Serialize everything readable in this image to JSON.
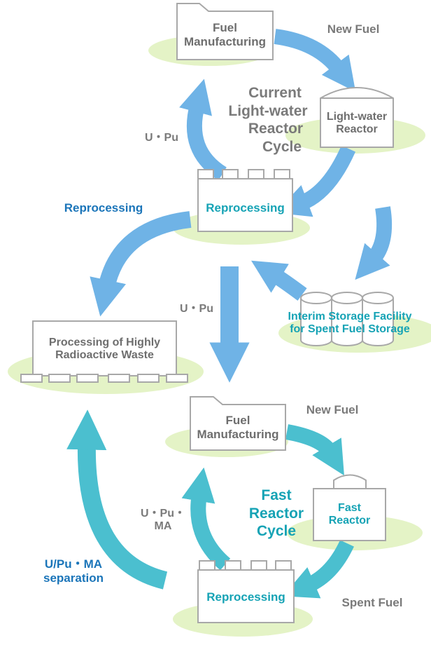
{
  "colors": {
    "blue_arrow": "#6fb3e6",
    "teal_arrow": "#4bbfcf",
    "ellipse": "#e4f3c6",
    "box_stroke": "#a8a8a8",
    "gray_text": "#7a7a7a",
    "blue_text": "#1b75b9",
    "teal_text": "#16a3b5"
  },
  "top_cycle": {
    "title_line1": "Current",
    "title_line2": "Light-water",
    "title_line3": "Reactor",
    "title_line4": "Cycle",
    "fuel_manufacturing_line1": "Fuel",
    "fuel_manufacturing_line2": "Manufacturing",
    "new_fuel": "New Fuel",
    "reactor_line1": "Light-water",
    "reactor_line2": "Reactor",
    "reprocessing": "Reprocessing",
    "u_pu": "U・Pu"
  },
  "middle": {
    "reprocessing_label": "Reprocessing",
    "u_pu": "U・Pu",
    "waste_line1": "Processing of Highly",
    "waste_line2": "Radioactive Waste",
    "storage_line1": "Interim Storage Facility",
    "storage_line2": "for Spent Fuel Storage"
  },
  "bottom_cycle": {
    "title_line1": "Fast",
    "title_line2": "Reactor",
    "title_line3": "Cycle",
    "fuel_manufacturing_line1": "Fuel",
    "fuel_manufacturing_line2": "Manufacturing",
    "new_fuel": "New Fuel",
    "reactor_line1": "Fast",
    "reactor_line2": "Reactor",
    "reprocessing": "Reprocessing",
    "spent_fuel": "Spent Fuel",
    "u_pu_ma_line1": "U・Pu・",
    "u_pu_ma_line2": "MA",
    "separation_line1": "U/Pu・MA",
    "separation_line2": "separation"
  }
}
